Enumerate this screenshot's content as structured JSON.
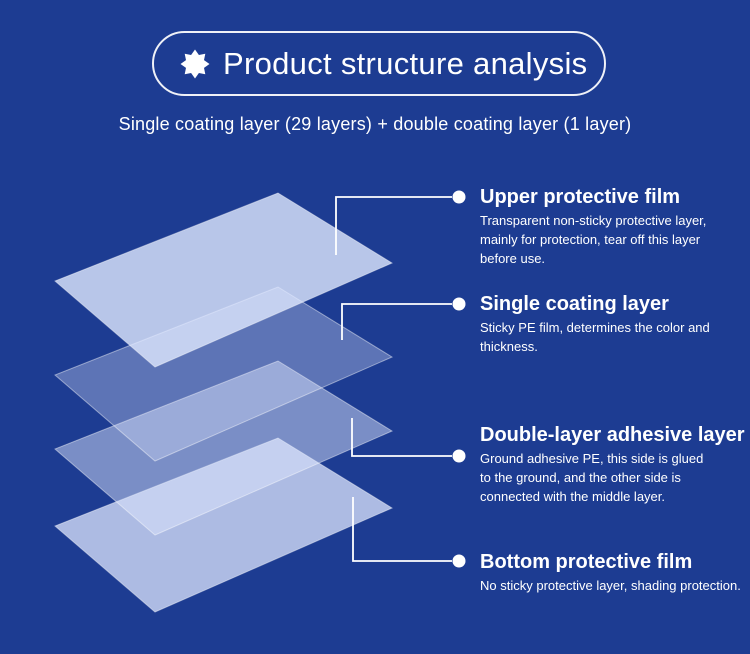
{
  "page": {
    "background_color": "#1d3c92",
    "text_color": "#ffffff",
    "layer_fill_color": "#e0e8ff"
  },
  "header": {
    "icon": "eight-point-star-icon",
    "title": "Product structure analysis"
  },
  "subtitle": "Single coating layer (29 layers) + double coating layer (1 layer)",
  "sections": [
    {
      "title": "Upper protective film",
      "desc_lines": [
        "Transparent non-sticky protective layer,",
        "mainly for protection, tear off this layer",
        "before use."
      ]
    },
    {
      "title": "Single coating layer",
      "desc_lines": [
        "Sticky PE film, determines the color and",
        "thickness."
      ]
    },
    {
      "title": "Double-layer adhesive layer",
      "desc_lines": [
        "Ground adhesive PE, this side is glued",
        "to the ground, and the other side is",
        "connected with the middle layer."
      ]
    },
    {
      "title": "Bottom protective film",
      "desc_lines": [
        "No sticky protective layer, shading protection."
      ]
    }
  ],
  "diagram": {
    "description": "Four stacked translucent film sheets shown in isometric view, each linked by a white elbow connector and bullet dot to its label",
    "layers": [
      {
        "name": "upper-protective-film",
        "opacity": 0.8
      },
      {
        "name": "single-coating-layer",
        "opacity": 0.33
      },
      {
        "name": "double-layer-adhesive-layer",
        "opacity": 0.48
      },
      {
        "name": "bottom-protective-film",
        "opacity": 0.74
      }
    ]
  }
}
